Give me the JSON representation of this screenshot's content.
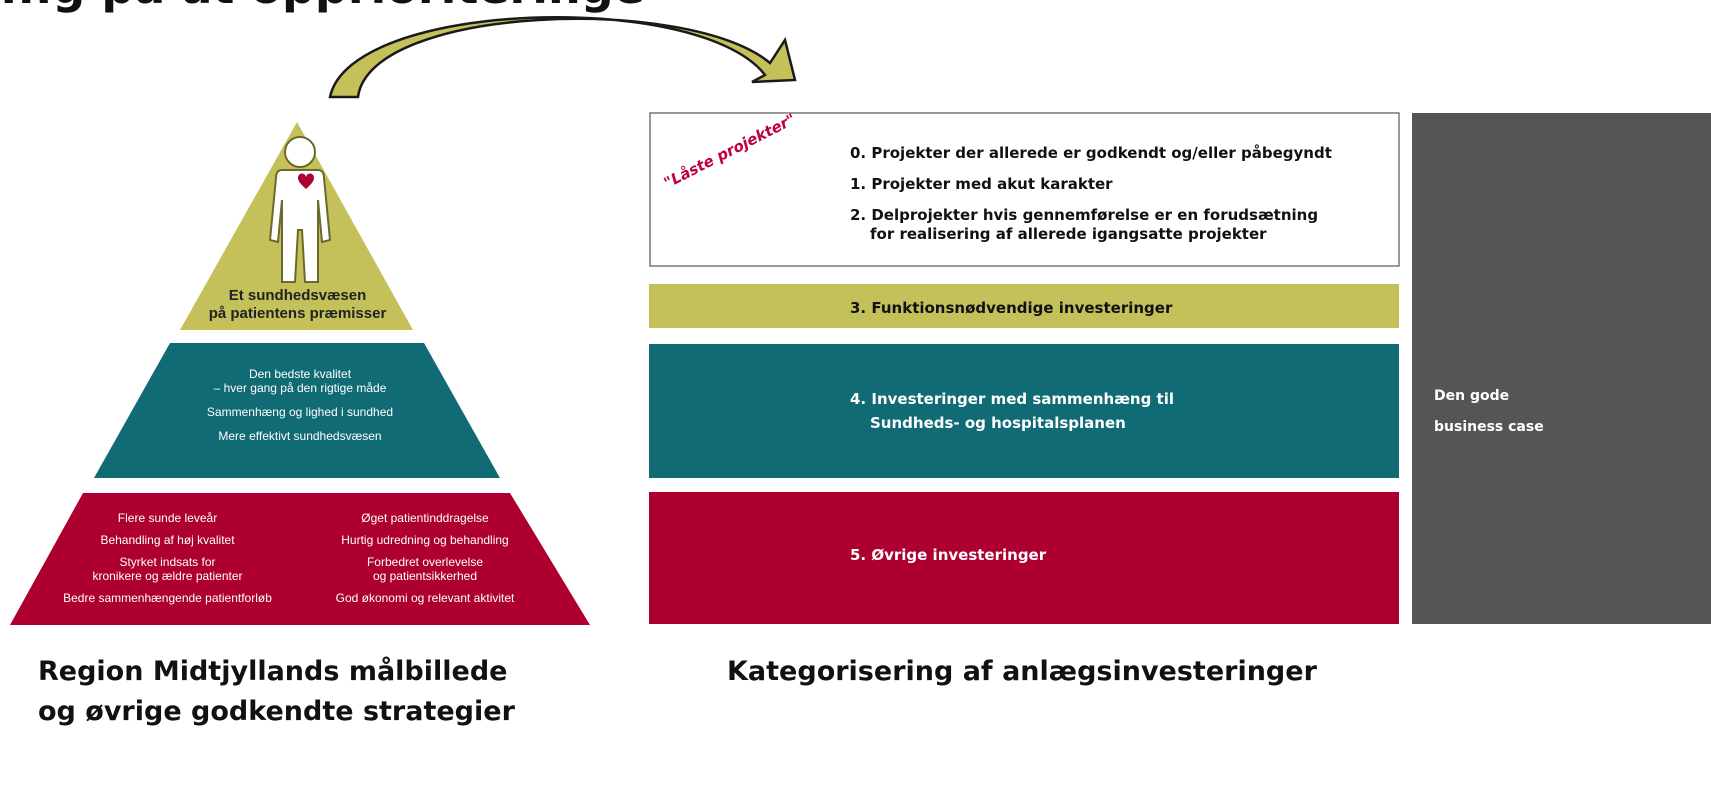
{
  "header": {
    "title": "...g på at opprioriteringe"
  },
  "pyramid": {
    "top_label_line1": "Et sundhedsvæsen",
    "top_label_line2": "på patientens præmisser",
    "middle": [
      "Den bedste kvalitet",
      "– hver gang på den rigtige måde",
      "Sammenhæng og lighed i sundhed",
      "Mere effektivt sundhedsvæsen"
    ],
    "bottom_left": [
      "Flere sunde leveår",
      "Behandling af høj kvalitet",
      "Styrket indsats for",
      "kronikere og ældre patienter",
      "Bedre sammenhængende patientforløb"
    ],
    "bottom_right": [
      "Øget patientinddragelse",
      "Hurtig udredning og behandling",
      "Forbedret overlevelse",
      "og patientsikkerhed",
      "God økonomi og relevant aktivitet"
    ],
    "caption_line1": "Region Midtjyllands målbillede",
    "caption_line2": "og øvrige godkendte strategier"
  },
  "categories": {
    "locked_stamp": "\"Låste projekter\"",
    "locked_items": [
      "0. Projekter der allerede er godkendt og/eller påbegyndt",
      "1. Projekter med akut karakter",
      "2. Delprojekter hvis gennemførelse er en forudsætning",
      "for realisering af allerede igangsatte projekter"
    ],
    "cat3": "3. Funktionsnødvendige investeringer",
    "cat4_line1": "4. Investeringer med sammenhæng til",
    "cat4_line2": "Sundheds- og hospitalsplanen",
    "cat5": "5. Øvrige investeringer",
    "side_line1": "Den gode",
    "side_line2": "business case",
    "caption": "Kategorisering af anlægsinvesteringer"
  },
  "colors": {
    "olive": "#c5c15a",
    "teal": "#116b74",
    "crimson": "#ad0031",
    "gray": "#555555",
    "stamp": "#c0003c"
  }
}
